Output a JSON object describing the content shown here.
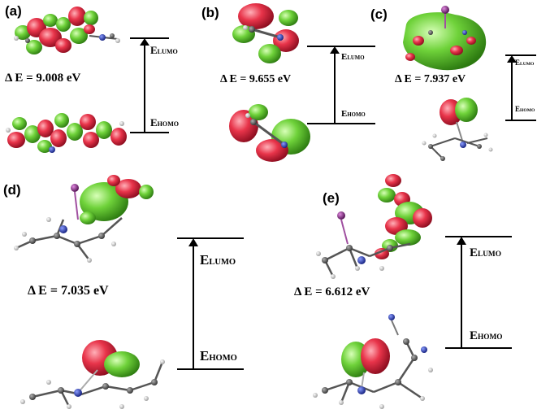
{
  "panels": [
    {
      "label": "(a)",
      "delta_e": "Δ E = 9.008 eV",
      "e_lumo": {
        "main": "E",
        "sub": "LUMO"
      },
      "e_homo": {
        "main": "E",
        "sub": "HOMO"
      }
    },
    {
      "label": "(b)",
      "delta_e": "Δ E = 9.655 eV",
      "e_lumo": {
        "main": "E",
        "sub": "LUMO"
      },
      "e_homo": {
        "main": "E",
        "sub": "HOMO"
      }
    },
    {
      "label": "(c)",
      "delta_e": "Δ E = 7.937 eV",
      "e_lumo": {
        "main": "E",
        "sub": "LUMO"
      },
      "e_homo": {
        "main": "E",
        "sub": "HOMO"
      }
    },
    {
      "label": "(d)",
      "delta_e": "Δ E = 7.035 eV",
      "e_lumo": {
        "main": "E",
        "sub": "LUMO"
      },
      "e_homo": {
        "main": "E",
        "sub": "HOMO"
      }
    },
    {
      "label": "(e)",
      "delta_e": "Δ E = 6.612 eV",
      "e_lumo": {
        "main": "E",
        "sub": "LUMO"
      },
      "e_homo": {
        "main": "E",
        "sub": "HOMO"
      }
    }
  ],
  "colors": {
    "positive_lobe": "#e8344a",
    "negative_lobe": "#6fd23a",
    "carbon": "#5a5a5a",
    "hydrogen": "#e6e6e6",
    "nitrogen": "#2a3fb0",
    "iodine": "#8a2a8a"
  }
}
